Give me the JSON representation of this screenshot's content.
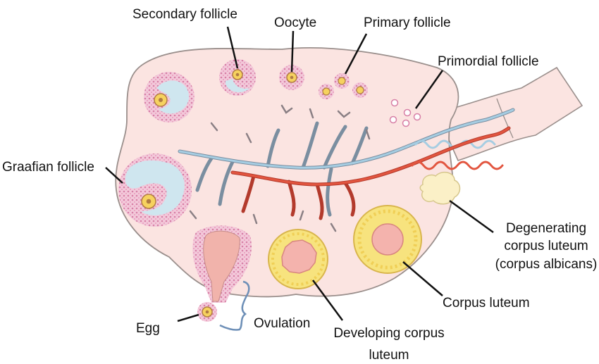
{
  "labels": {
    "secondary_follicle": "Secondary follicle",
    "oocyte": "Oocyte",
    "primary_follicle": "Primary follicle",
    "primordial_follicle": "Primordial follicle",
    "graafian_follicle": "Graafian follicle",
    "degenerating_line1": "Degenerating",
    "degenerating_line2": "corpus luteum",
    "degenerating_line3": "(corpus albicans)",
    "corpus_luteum": "Corpus luteum",
    "developing_line1": "Developing corpus",
    "developing_line2": "luteum",
    "ovulation": "Ovulation",
    "egg": "Egg"
  },
  "colors": {
    "ovary_fill": "#fbe4e1",
    "ovary_stroke": "#9a8f8c",
    "follicle_dots": "#e6a9c3",
    "antrum": "#cfe6ef",
    "oocyte_fill": "#f6d25f",
    "vein": "#9dc2d8",
    "artery": "#e2553f",
    "corpus_luteum_yellow": "#f7e37e",
    "corpus_luteum_center": "#f4b3ad",
    "albicans": "#fbf0c7"
  }
}
